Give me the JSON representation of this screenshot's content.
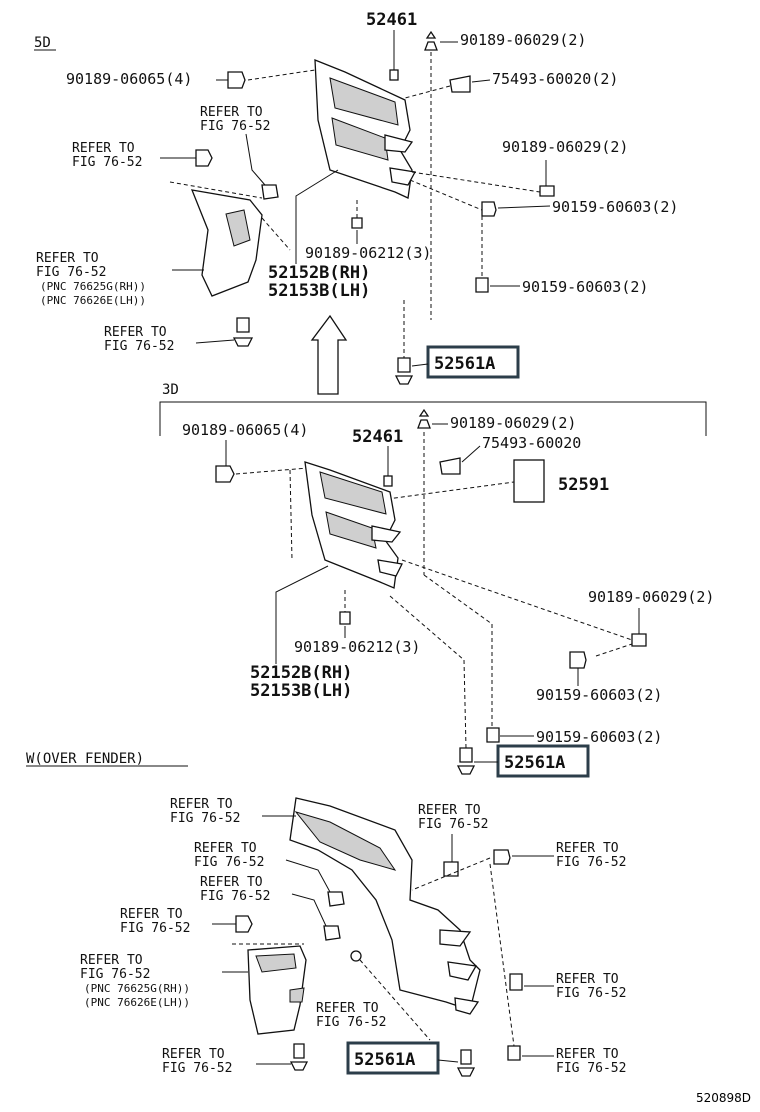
{
  "sections": {
    "s5d": "5D",
    "s3d": "3D",
    "over_fender": "W(OVER FENDER)"
  },
  "s5d": {
    "p52461": "52461",
    "p90189_06029_a": "90189-06029(2)",
    "p90189_06065": "90189-06065(4)",
    "p75493": "75493-60020(2)",
    "refer_a": [
      "REFER TO",
      "FIG 76-52"
    ],
    "refer_b": [
      "REFER TO",
      "FIG 76-52"
    ],
    "p90189_06029_b": "90189-06029(2)",
    "p90159_a": "90159-60603(2)",
    "refer_mud": [
      "REFER TO",
      "FIG 76-52",
      "(PNC 76625G(RH))",
      "(PNC 76626E(LH))"
    ],
    "p90189_06212": "90189-06212(3)",
    "p52152": "52152B(RH)",
    "p52153": "52153B(LH)",
    "p90159_b": "90159-60603(2)",
    "refer_c": [
      "REFER TO",
      "FIG 76-52"
    ],
    "callout": "52561A"
  },
  "s3d": {
    "p90189_06065": "90189-06065(4)",
    "p52461": "52461",
    "p90189_06029_a": "90189-06029(2)",
    "p75493": "75493-60020",
    "p52591": "52591",
    "p90189_06029_b": "90189-06029(2)",
    "p90189_06212": "90189-06212(3)",
    "p52152": "52152B(RH)",
    "p52153": "52153B(LH)",
    "p90159_a": "90159-60603(2)",
    "p90159_b": "90159-60603(2)",
    "callout": "52561A"
  },
  "fender": {
    "refer_1": [
      "REFER TO",
      "FIG 76-52"
    ],
    "refer_2": [
      "REFER TO",
      "FIG 76-52"
    ],
    "refer_3": [
      "REFER TO",
      "FIG 76-52"
    ],
    "refer_4": [
      "REFER TO",
      "FIG 76-52"
    ],
    "refer_5": [
      "REFER TO",
      "FIG 76-52"
    ],
    "refer_6": [
      "REFER TO",
      "FIG 76-52"
    ],
    "refer_mud": [
      "REFER TO",
      "FIG 76-52",
      "(PNC 76625G(RH))",
      "(PNC 76626E(LH))"
    ],
    "refer_7": [
      "REFER TO",
      "FIG 76-52"
    ],
    "refer_8": [
      "REFER TO",
      "FIG 76-52"
    ],
    "refer_9": [
      "REFER TO",
      "FIG 76-52"
    ],
    "refer_10": [
      "REFER TO",
      "FIG 76-52"
    ],
    "callout": "52561A"
  },
  "figure_code": "520898D"
}
